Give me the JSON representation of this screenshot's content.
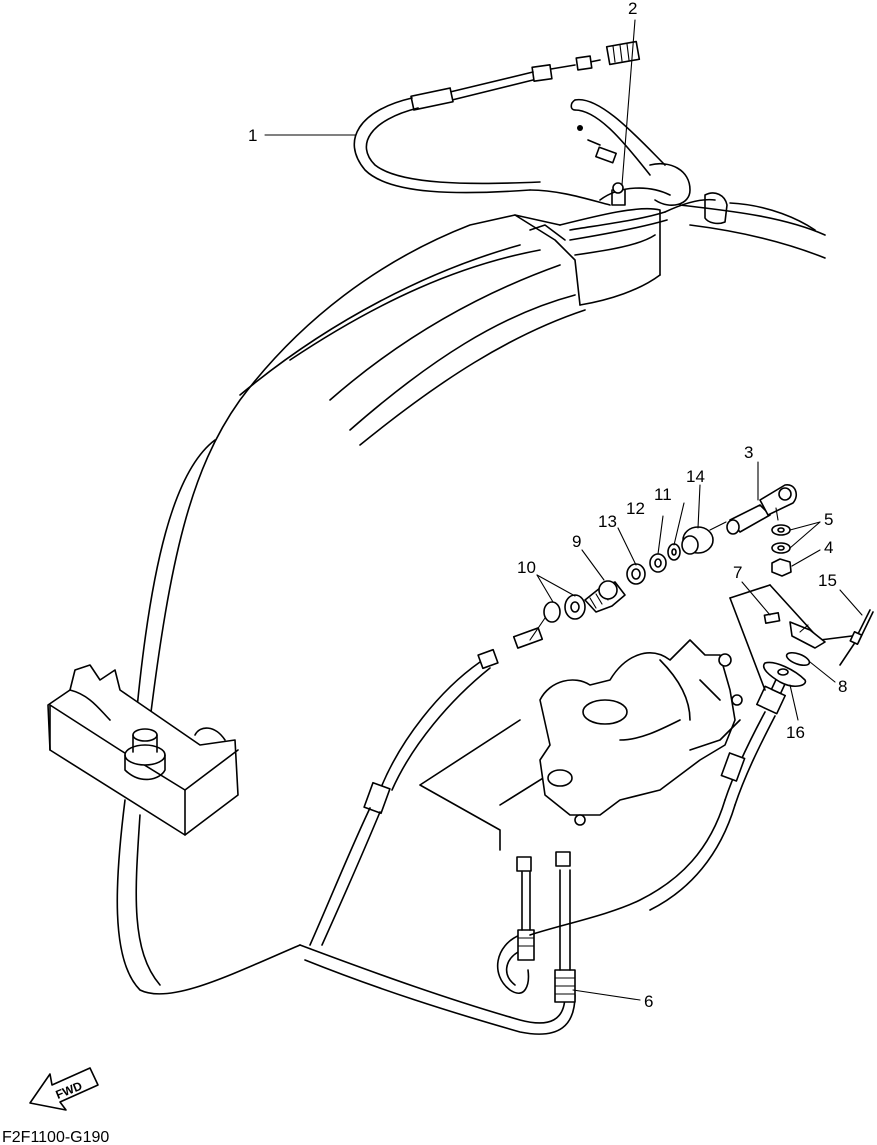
{
  "diagram": {
    "code": "F2F1100-G190",
    "fwd_label": "FWD",
    "callouts": [
      {
        "id": "1",
        "label": "1"
      },
      {
        "id": "2",
        "label": "2"
      },
      {
        "id": "3",
        "label": "3"
      },
      {
        "id": "4",
        "label": "4"
      },
      {
        "id": "5",
        "label": "5"
      },
      {
        "id": "6",
        "label": "6"
      },
      {
        "id": "7",
        "label": "7"
      },
      {
        "id": "8",
        "label": "8"
      },
      {
        "id": "9",
        "label": "9"
      },
      {
        "id": "10",
        "label": "10"
      },
      {
        "id": "11",
        "label": "11"
      },
      {
        "id": "12",
        "label": "12"
      },
      {
        "id": "13",
        "label": "13"
      },
      {
        "id": "14",
        "label": "14"
      },
      {
        "id": "15",
        "label": "15"
      },
      {
        "id": "16",
        "label": "16"
      }
    ]
  }
}
